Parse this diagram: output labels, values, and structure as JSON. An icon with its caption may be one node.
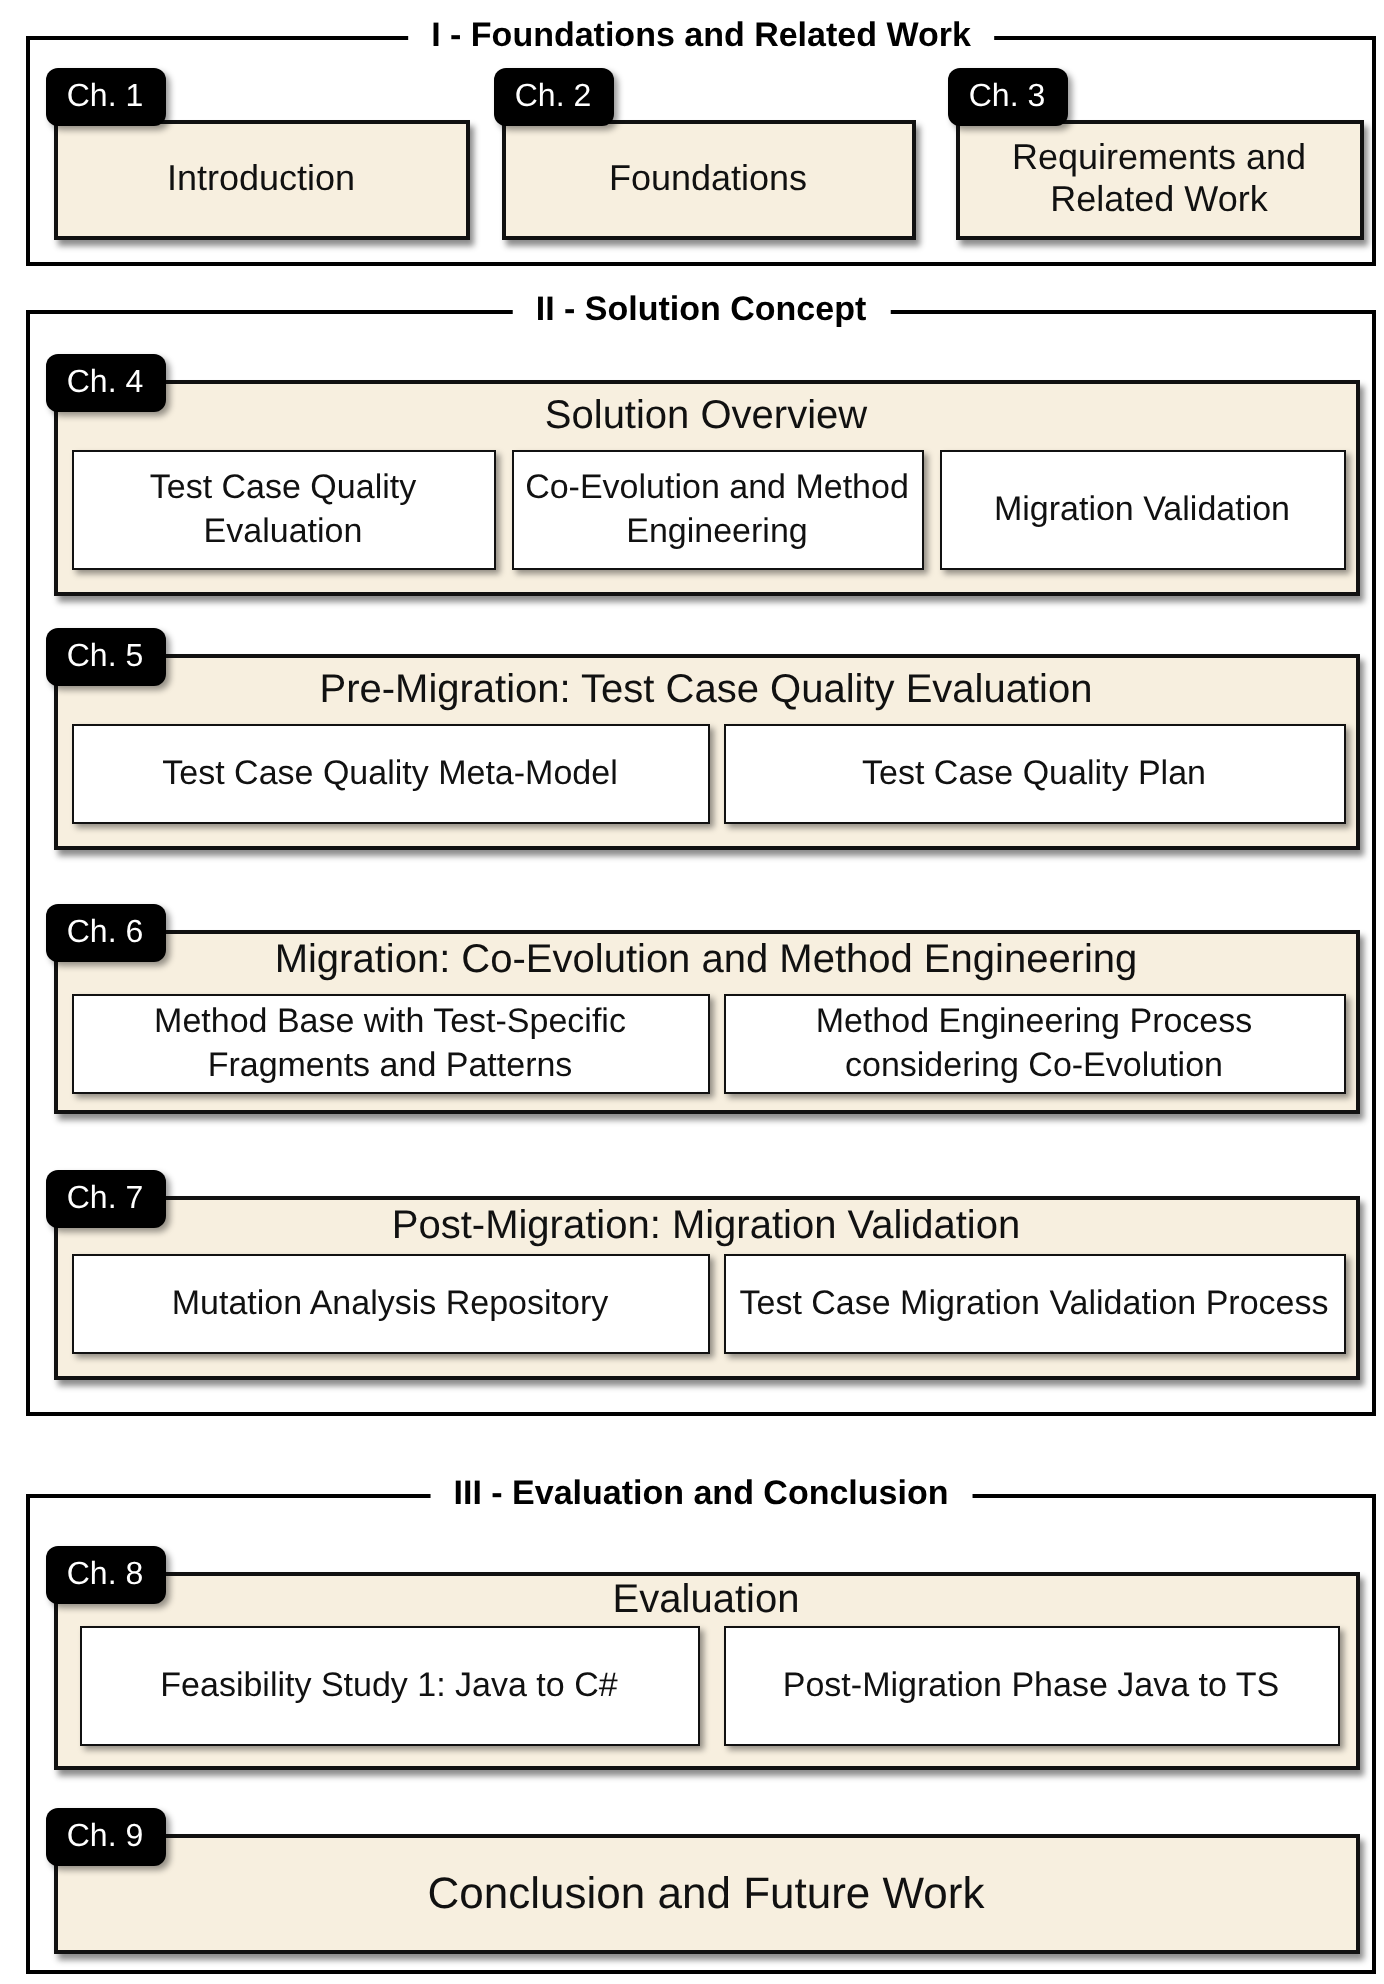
{
  "diagram": {
    "nodes": [
      {
        "text": [
          "I - Foundations and Related Work"
        ]
      },
      {
        "text": [
          "Ch. 1",
          "Introduction"
        ],
        "in": 0
      },
      {
        "text": [
          "Ch. 2",
          "Foundations"
        ],
        "in": 0
      },
      {
        "text": [
          "Ch. 3",
          "Requirements and Related Work"
        ],
        "in": 0
      },
      {
        "text": [
          "II - Solution Concept"
        ]
      },
      {
        "text": [
          "Ch. 4",
          "Solution Overview"
        ],
        "in": 4
      },
      {
        "text": [
          "Test Case Quality Evaluation"
        ],
        "in": 5
      },
      {
        "text": [
          "Co-Evolution and Method Engineering"
        ],
        "in": 5
      },
      {
        "text": [
          "Migration Validation"
        ],
        "in": 5
      },
      {
        "text": [
          "Ch. 5",
          "Pre-Migration: Test Case Quality Evaluation"
        ],
        "in": 4
      },
      {
        "text": [
          "Test Case Quality Meta-Model"
        ],
        "in": 9
      },
      {
        "text": [
          "Test Case Quality Plan"
        ],
        "in": 9
      },
      {
        "text": [
          "Ch. 6",
          "Migration: Co-Evolution and Method Engineering"
        ],
        "in": 4
      },
      {
        "text": [
          "Method Base with Test-Specific Fragments and Patterns"
        ],
        "in": 12
      },
      {
        "text": [
          "Method Engineering Process considering Co-Evolution"
        ],
        "in": 12
      },
      {
        "text": [
          "Ch. 7",
          "Post-Migration: Migration Validation"
        ],
        "in": 4
      },
      {
        "text": [
          "Mutation Analysis Repository"
        ],
        "in": 15
      },
      {
        "text": [
          "Test Case Migration Validation Process"
        ],
        "in": 15
      },
      {
        "text": [
          "III - Evaluation and Conclusion"
        ]
      },
      {
        "text": [
          "Ch. 8",
          "Evaluation"
        ],
        "in": 18
      },
      {
        "text": [
          "Feasibility Study 1: Java to C#"
        ],
        "in": 19
      },
      {
        "text": [
          "Post-Migration Phase Java to TS"
        ],
        "in": 19
      },
      {
        "text": [
          "Ch. 9",
          "Conclusion and Future Work"
        ],
        "in": 18
      }
    ]
  }
}
